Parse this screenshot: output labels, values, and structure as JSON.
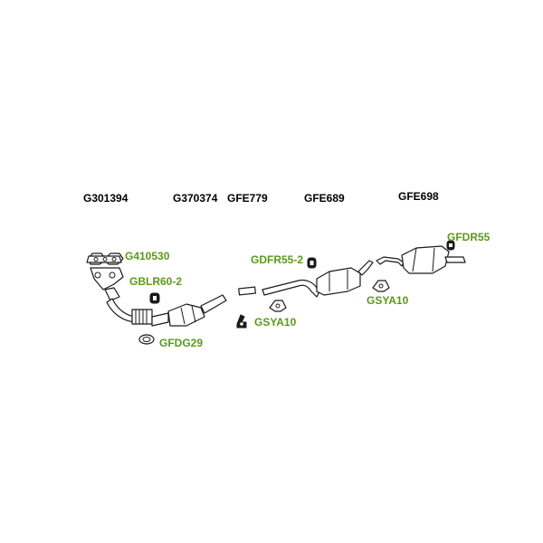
{
  "colors": {
    "main_label": "#000000",
    "part_label": "#5a9a1a",
    "outline": "#1a1a1a"
  },
  "labels": {
    "main": [
      "G301394",
      "G370374",
      "GFE779",
      "GFE689",
      "GFE698"
    ],
    "parts": [
      "GFDR55",
      "G410530",
      "GDFR55-2",
      "GBLR60-2",
      "GSYA10",
      "GSYA10",
      "GFDG29"
    ]
  }
}
